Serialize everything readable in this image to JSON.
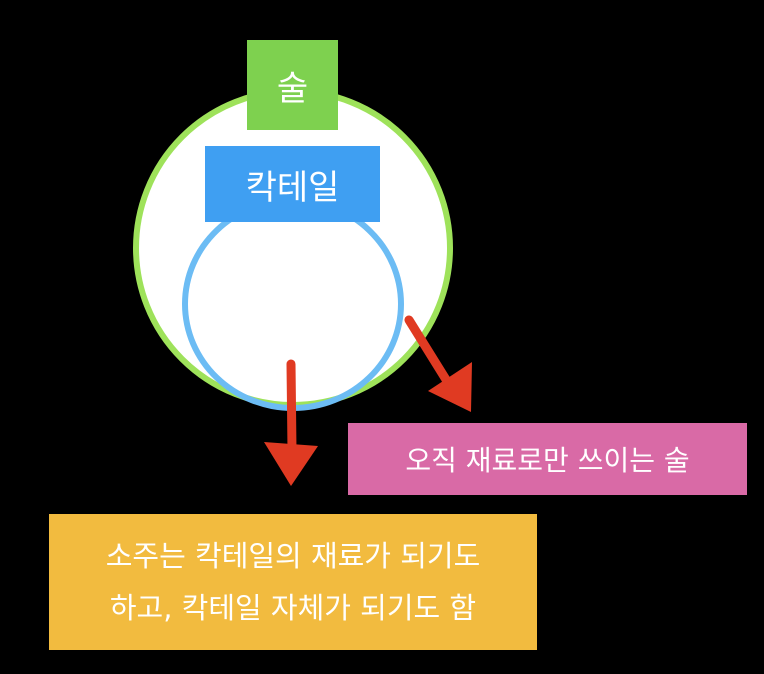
{
  "diagram": {
    "outer_label": "술",
    "inner_label": "칵테일",
    "ingredient_only_note": "오직 재료로만 쓰이는 술",
    "soju_note_line1": "소주는 칵테일의 재료가 되기도",
    "soju_note_line2": "하고, 칵테일 자체가 되기도 함"
  },
  "colors": {
    "background": "#000000",
    "outer_circle_border": "#9ee25a",
    "inner_circle_border": "#6cbcf4",
    "sul_label_bg": "#7ed14f",
    "cocktail_label_bg": "#3f9ff2",
    "ingredient_note_bg": "#d96aa6",
    "soju_note_bg": "#f2bb3f",
    "arrow": "#e03a22"
  }
}
